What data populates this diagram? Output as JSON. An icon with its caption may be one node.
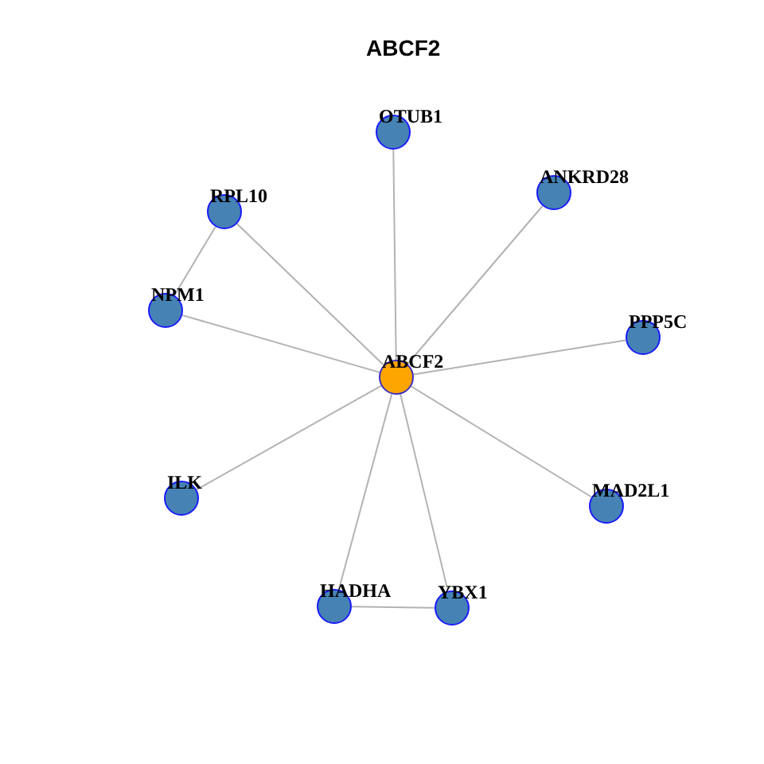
{
  "diagram": {
    "title": "ABCF2",
    "nodes": [
      {
        "text": [
          "OTUB1"
        ]
      },
      {
        "text": [
          "ANKRD28"
        ]
      },
      {
        "text": [
          "RPL10"
        ]
      },
      {
        "text": [
          "NPM1"
        ]
      },
      {
        "text": [
          "PPP5C"
        ]
      },
      {
        "text": [
          "ABCF2"
        ]
      },
      {
        "text": [
          "ILK"
        ]
      },
      {
        "text": [
          "MAD2L1"
        ]
      },
      {
        "text": [
          "HADHA"
        ]
      },
      {
        "text": [
          "YBX1"
        ]
      }
    ],
    "edges": [
      {
        "from": 5,
        "to": 0,
        "arrow": "none"
      },
      {
        "from": 5,
        "to": 1,
        "arrow": "none"
      },
      {
        "from": 5,
        "to": 2,
        "arrow": "none"
      },
      {
        "from": 5,
        "to": 3,
        "arrow": "none"
      },
      {
        "from": 5,
        "to": 4,
        "arrow": "none"
      },
      {
        "from": 5,
        "to": 6,
        "arrow": "none"
      },
      {
        "from": 5,
        "to": 7,
        "arrow": "none"
      },
      {
        "from": 5,
        "to": 8,
        "arrow": "none"
      },
      {
        "from": 5,
        "to": 9,
        "arrow": "none"
      },
      {
        "from": 2,
        "to": 3,
        "arrow": "none"
      },
      {
        "from": 8,
        "to": 9,
        "arrow": "none"
      }
    ]
  }
}
